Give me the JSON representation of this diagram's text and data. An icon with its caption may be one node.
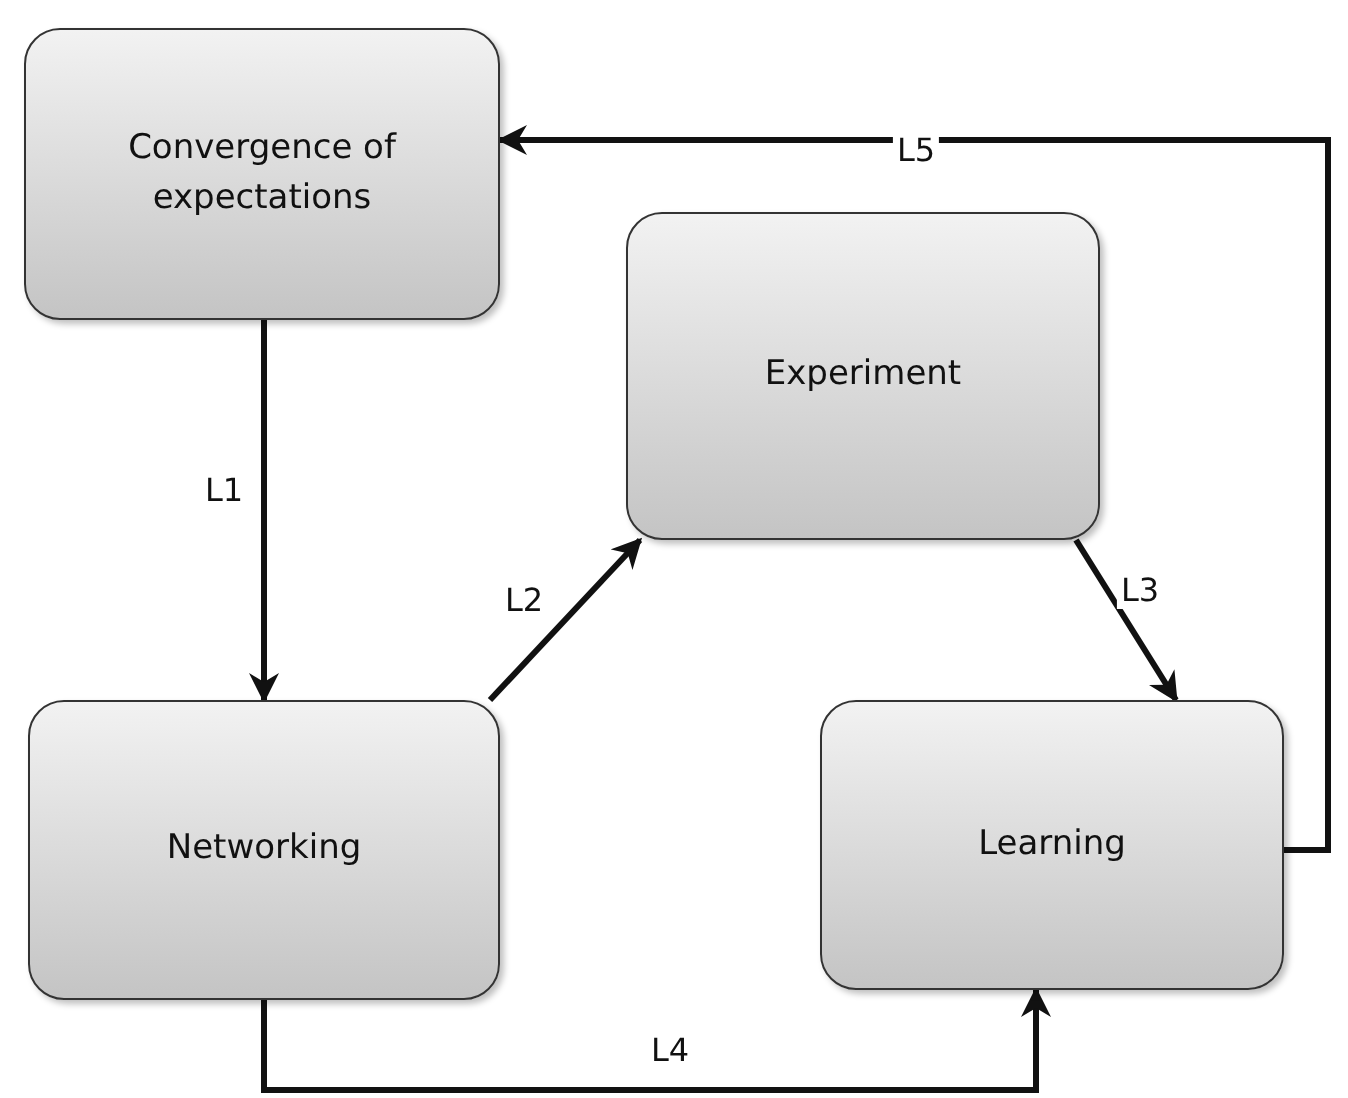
{
  "diagram": {
    "nodes": [
      {
        "text": [
          "Convergence of expectations"
        ]
      },
      {
        "text": [
          "Experiment"
        ]
      },
      {
        "text": [
          "Networking"
        ]
      },
      {
        "text": [
          "Learning"
        ]
      }
    ],
    "edges": [
      {
        "from": 0,
        "to": 2,
        "arrow": "to",
        "label": "L1"
      },
      {
        "from": 2,
        "to": 1,
        "arrow": "to",
        "label": "L2"
      },
      {
        "from": 1,
        "to": 3,
        "arrow": "to",
        "label": "L3"
      },
      {
        "from": 2,
        "to": 3,
        "arrow": "to",
        "label": "L4"
      },
      {
        "from": 3,
        "to": 0,
        "arrow": "to",
        "label": "L5"
      }
    ]
  }
}
